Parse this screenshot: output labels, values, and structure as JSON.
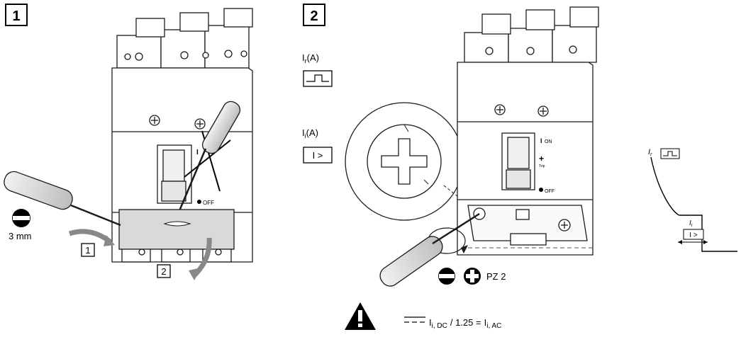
{
  "steps": {
    "step1": "1",
    "step2": "2",
    "sub1": "1",
    "sub2": "2"
  },
  "tool": {
    "slot_size": "3 mm",
    "pz_size": "PZ 2"
  },
  "device": {
    "on_label": "ON",
    "off_label": "OFF",
    "trip_label": "Trip"
  },
  "settings": {
    "ir_symbol": "I",
    "ir_sub": "r",
    "ir_unit": "(A)",
    "ii_symbol": "I",
    "ii_sub": "i",
    "ii_unit": "(A)",
    "ii_box": "I >"
  },
  "curve": {
    "ir_symbol": "I",
    "ir_sub": "r",
    "ii_symbol": "I",
    "ii_sub": "i",
    "ii_box": "I >"
  },
  "note": {
    "lhs_main": "I",
    "lhs_sub": "i, DC",
    "op": "/ 1.25 =",
    "rhs_main": "I",
    "rhs_sub": "i, AC"
  },
  "colors": {
    "outline": "#1a1a1a",
    "cover_fill": "#d9d9d9"
  },
  "icons": [
    "slot-screwdriver-icon",
    "pozidriv-icon",
    "warning-icon",
    "dc-symbol-icon"
  ]
}
